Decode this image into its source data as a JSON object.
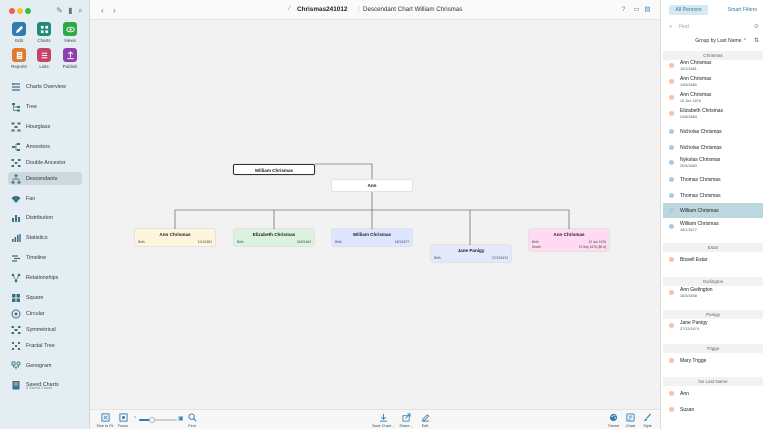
{
  "colors": {
    "accent": "#2f7cb0",
    "male_dot": "#a9cbe6",
    "female_dot": "#f5c2a4",
    "selected_row": "#bcd7de",
    "card_female_1": "#fff4dc",
    "card_female_2": "#dbf2df",
    "card_male": "#dde5ff",
    "card_male_2": "#e3e8fb",
    "card_pink": "#ffdaf0"
  },
  "sidebar": {
    "top_buttons": [
      {
        "label": "Edit",
        "icon": "pencil-icon",
        "color": "#2f7cb0"
      },
      {
        "label": "Charts",
        "icon": "chart-grid-icon",
        "color": "#1f8a78"
      },
      {
        "label": "Views",
        "icon": "eye-icon",
        "color": "#2fa84a"
      },
      {
        "label": "Reports",
        "icon": "report-icon",
        "color": "#e07b2e"
      },
      {
        "label": "Lists",
        "icon": "list-icon",
        "color": "#c8436c"
      },
      {
        "label": "Publish",
        "icon": "publish-icon",
        "color": "#8e3fb0"
      }
    ],
    "nav": [
      {
        "label": "Charts Overview",
        "icon": "charts-overview-icon"
      },
      {
        "label": "Tree",
        "icon": "tree-icon"
      },
      {
        "label": "Hourglass",
        "icon": "hourglass-icon"
      },
      {
        "label": "Ancestors",
        "icon": "ancestors-icon"
      },
      {
        "label": "Double Ancestor",
        "icon": "double-ancestor-icon"
      },
      {
        "label": "Descendants",
        "icon": "descendants-icon"
      },
      {
        "label": "Fan",
        "icon": "fan-icon"
      },
      {
        "label": "Distribution",
        "icon": "distribution-icon"
      },
      {
        "label": "Statistics",
        "icon": "statistics-icon"
      },
      {
        "label": "Timeline",
        "icon": "timeline-icon"
      },
      {
        "label": "Relationships",
        "icon": "relationships-icon"
      },
      {
        "label": "Square",
        "icon": "square-icon"
      },
      {
        "label": "Circular",
        "icon": "circular-icon"
      },
      {
        "label": "Symmetrical",
        "icon": "symmetrical-icon"
      },
      {
        "label": "Fractal Tree",
        "icon": "fractal-tree-icon"
      },
      {
        "label": "Genogram",
        "icon": "genogram-icon"
      },
      {
        "label": "Saved Charts",
        "icon": "saved-charts-icon"
      }
    ],
    "saved_sub": "0 Saved Charts"
  },
  "titlebar": {
    "title": "Chrismas241012",
    "subtitle": "Descendant Chart William Chrismas"
  },
  "chart": {
    "root": {
      "name": "William Chrismas"
    },
    "spouse": {
      "name": "Ann"
    },
    "children": [
      {
        "name": "Ann Chrismas",
        "birth_label": "Birth",
        "birth": "10/1/1681"
      },
      {
        "name": "Elizabeth Chrismas",
        "birth_label": "Birth",
        "birth": "24/8/1684"
      },
      {
        "name": "William Chrismas",
        "birth_label": "Birth",
        "birth": "18/1/1677"
      },
      {
        "name": "Jane Panigy",
        "birth_label": "Birth",
        "birth": "27/12/1674"
      },
      {
        "name": "Ann Chrismas",
        "birth_label": "Birth",
        "birth": "10 Jun 1676",
        "death_label": "Death",
        "death": "13 Sep 1676 (60 d)"
      }
    ]
  },
  "bottombar": {
    "size_to_fit": "Size to Fit",
    "focus": "Focus",
    "find": "Find",
    "save_chart": "Save Chart...",
    "share": "Share...",
    "edit": "Edit",
    "theme": "Theme",
    "chart": "Chart",
    "style": "Style",
    "zoom_level": 0.35
  },
  "rightpanel": {
    "all_persons": "All Persons",
    "smart_filters": "Smart Filters",
    "find_placeholder": "Find",
    "group_by": "Group by Last Name ⌃",
    "groups": [
      {
        "header": "Chrismas",
        "persons": [
          {
            "name": "Ann Chrismas",
            "date": "10/1/1681",
            "sex": "f"
          },
          {
            "name": "Ann Chrismas",
            "date": "14/5/1680",
            "sex": "f"
          },
          {
            "name": "Ann Chrismas",
            "date": "10 Jun 1676",
            "sex": "f"
          },
          {
            "name": "Elizabeth Chrismas",
            "date": "24/8/1684",
            "sex": "f"
          },
          {
            "name": "Nicholas Chrismas",
            "date": "",
            "sex": "m"
          },
          {
            "name": "Nicholas Chrismas",
            "date": "",
            "sex": "m"
          },
          {
            "name": "Nykolas Chrismas",
            "date": "20/4/1683",
            "sex": "m"
          },
          {
            "name": "Thomas Chrismas",
            "date": "",
            "sex": "m"
          },
          {
            "name": "Thomas Chrismas",
            "date": "",
            "sex": "m"
          },
          {
            "name": "William Chrismas",
            "date": "",
            "sex": "m",
            "selected": true
          },
          {
            "name": "William Chrismas",
            "date": "18/1/1677",
            "sex": "m"
          }
        ]
      },
      {
        "header": "Estar",
        "persons": [
          {
            "name": "Bissell Estar",
            "date": "",
            "sex": "f"
          }
        ]
      },
      {
        "header": "Gwlington",
        "persons": [
          {
            "name": "Ann Gwlington",
            "date": "16/3/1658",
            "sex": "f"
          }
        ]
      },
      {
        "header": "Panigy",
        "persons": [
          {
            "name": "Jane Panigy",
            "date": "27/12/1674",
            "sex": "f"
          }
        ]
      },
      {
        "header": "Trigge",
        "persons": [
          {
            "name": "Mary Trigge",
            "date": "",
            "sex": "f"
          }
        ]
      },
      {
        "header": "No Last Name",
        "persons": [
          {
            "name": "Ann",
            "date": "",
            "sex": "f"
          },
          {
            "name": "Susan",
            "date": "",
            "sex": "f"
          }
        ]
      }
    ]
  }
}
